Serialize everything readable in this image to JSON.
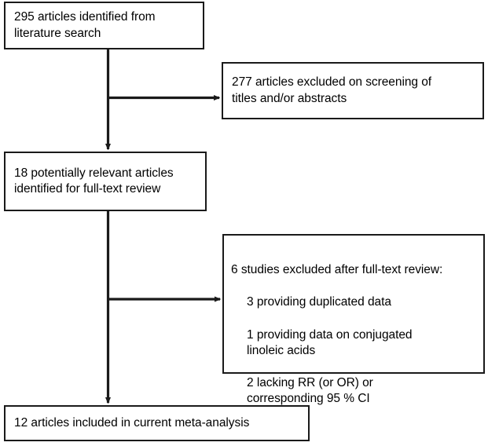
{
  "diagram": {
    "type": "flowchart",
    "title": "Study selection flow diagram",
    "line_color": "#1a1a1a",
    "box_border_color": "#1a1a1a",
    "background_color": "#ffffff",
    "text_color": "#000000"
  },
  "nodes": {
    "identified": {
      "id": "identified",
      "text": "295 articles identified from\nliterature search",
      "count": 295
    },
    "excluded_screening": {
      "id": "excluded_screening",
      "text": "277 articles excluded on screening of\ntitles and/or abstracts",
      "count": 277
    },
    "relevant": {
      "id": "relevant",
      "text": "18 potentially relevant articles\nidentified for full-text review",
      "count": 18
    },
    "excluded_fulltext": {
      "id": "excluded_fulltext",
      "heading": "6 studies excluded after full-text review:",
      "count": 6,
      "items": [
        "3 providing duplicated data",
        "1 providing data on conjugated\nlinoleic acids",
        "2 lacking RR (or OR) or\ncorresponding 95 % CI"
      ]
    },
    "included": {
      "id": "included",
      "text": "12 articles included in current meta-analysis",
      "count": 12
    }
  },
  "connectors": [
    {
      "id": "identified-to-relevant",
      "from": "identified",
      "to": "relevant",
      "direction": "down",
      "arrow": true
    },
    {
      "id": "identified-to-excluded-screening",
      "from": "identified",
      "to": "excluded_screening",
      "direction": "right",
      "arrow": true
    },
    {
      "id": "relevant-to-included",
      "from": "relevant",
      "to": "included",
      "direction": "down",
      "arrow": true
    },
    {
      "id": "relevant-to-excluded-fulltext",
      "from": "relevant",
      "to": "excluded_fulltext",
      "direction": "right",
      "arrow": true
    }
  ]
}
